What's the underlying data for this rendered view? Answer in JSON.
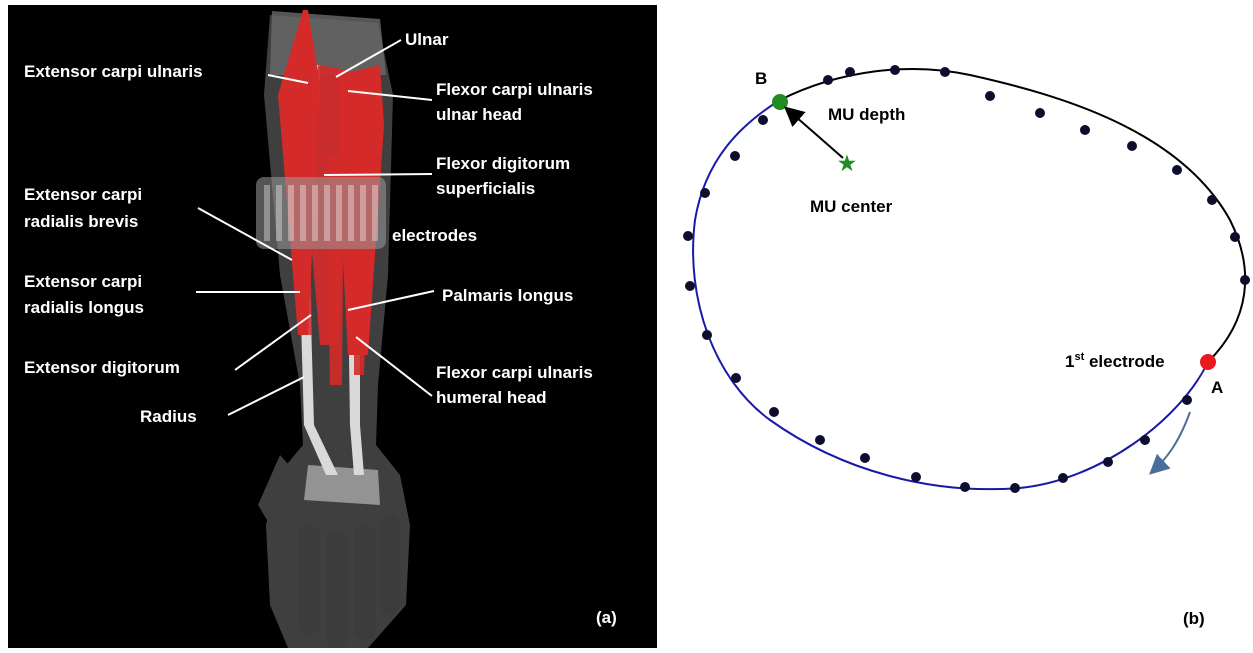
{
  "panel_a": {
    "labels": {
      "ulnar": "Ulnar",
      "extensor_carpi_ulnaris": "Extensor carpi ulnaris",
      "flexor_carpi_ulnaris_ulnar_1": "Flexor carpi ulnaris",
      "flexor_carpi_ulnaris_ulnar_2": "ulnar head",
      "flexor_digitorum_1": "Flexor digitorum",
      "flexor_digitorum_2": "superficialis",
      "ecr_brevis_1": "Extensor carpi",
      "ecr_brevis_2": "radialis brevis",
      "electrodes": "electrodes",
      "ecr_longus_1": "Extensor carpi",
      "ecr_longus_2": "radialis longus",
      "palmaris_longus": "Palmaris longus",
      "extensor_digitorum": "Extensor digitorum",
      "flexor_carpi_ulnaris_humeral_1": "Flexor carpi ulnaris",
      "flexor_carpi_ulnaris_humeral_2": "humeral head",
      "radius": "Radius"
    },
    "panel_label": "(a)",
    "colors": {
      "background": "#000000",
      "muscle": "#d42a2a",
      "bone": "#d9d9d9",
      "skin": "#4a4a4a",
      "label": "#ffffff"
    }
  },
  "panel_b": {
    "labels": {
      "point_b": "B",
      "mu_depth": "MU depth",
      "mu_center": "MU center",
      "first_electrode_num": "1",
      "first_electrode_sup": "st",
      "first_electrode_word": " electrode",
      "point_a": "A"
    },
    "panel_label": "(b)",
    "colors": {
      "outline": "#000000",
      "depth_path": "#1a1aa8",
      "electrode": "#0d0d2e",
      "first_electrode": "#e8191f",
      "point_b": "#228b22",
      "mu_center": "#228b22",
      "arrow": "#4a6e9a"
    }
  }
}
